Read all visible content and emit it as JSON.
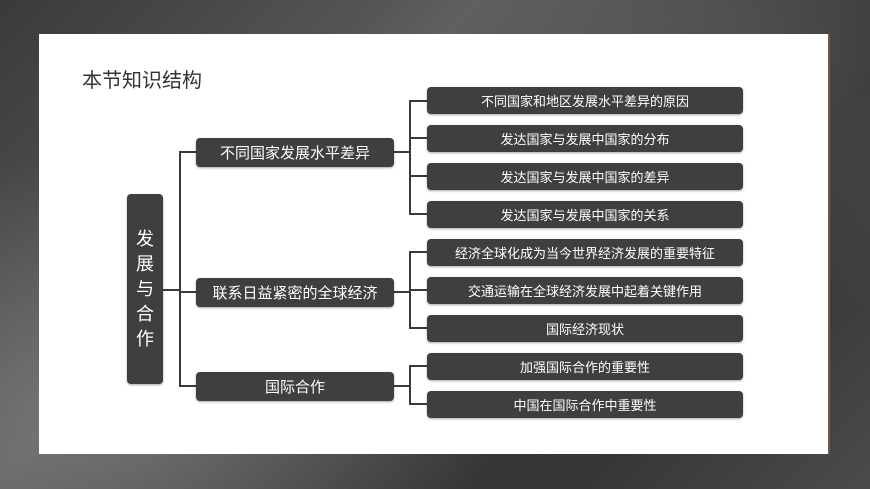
{
  "slide_title": "本节知识结构",
  "root": "发展与合作",
  "branches": [
    {
      "label": "不同国家发展水平差异",
      "items": [
        "不同国家和地区发展水平差异的原因",
        "发达国家与发展中国家的分布",
        "发达国家与发展中国家的差异",
        "发达国家与发展中国家的关系"
      ]
    },
    {
      "label": "联系日益紧密的全球经济",
      "items": [
        "经济全球化成为当今世界经济发展的重要特征",
        "交通运输在全球经济发展中起着关键作用",
        "国际经济现状"
      ]
    },
    {
      "label": "国际合作",
      "items": [
        "加强国际合作的重要性",
        "中国在国际合作中重要性"
      ]
    }
  ]
}
